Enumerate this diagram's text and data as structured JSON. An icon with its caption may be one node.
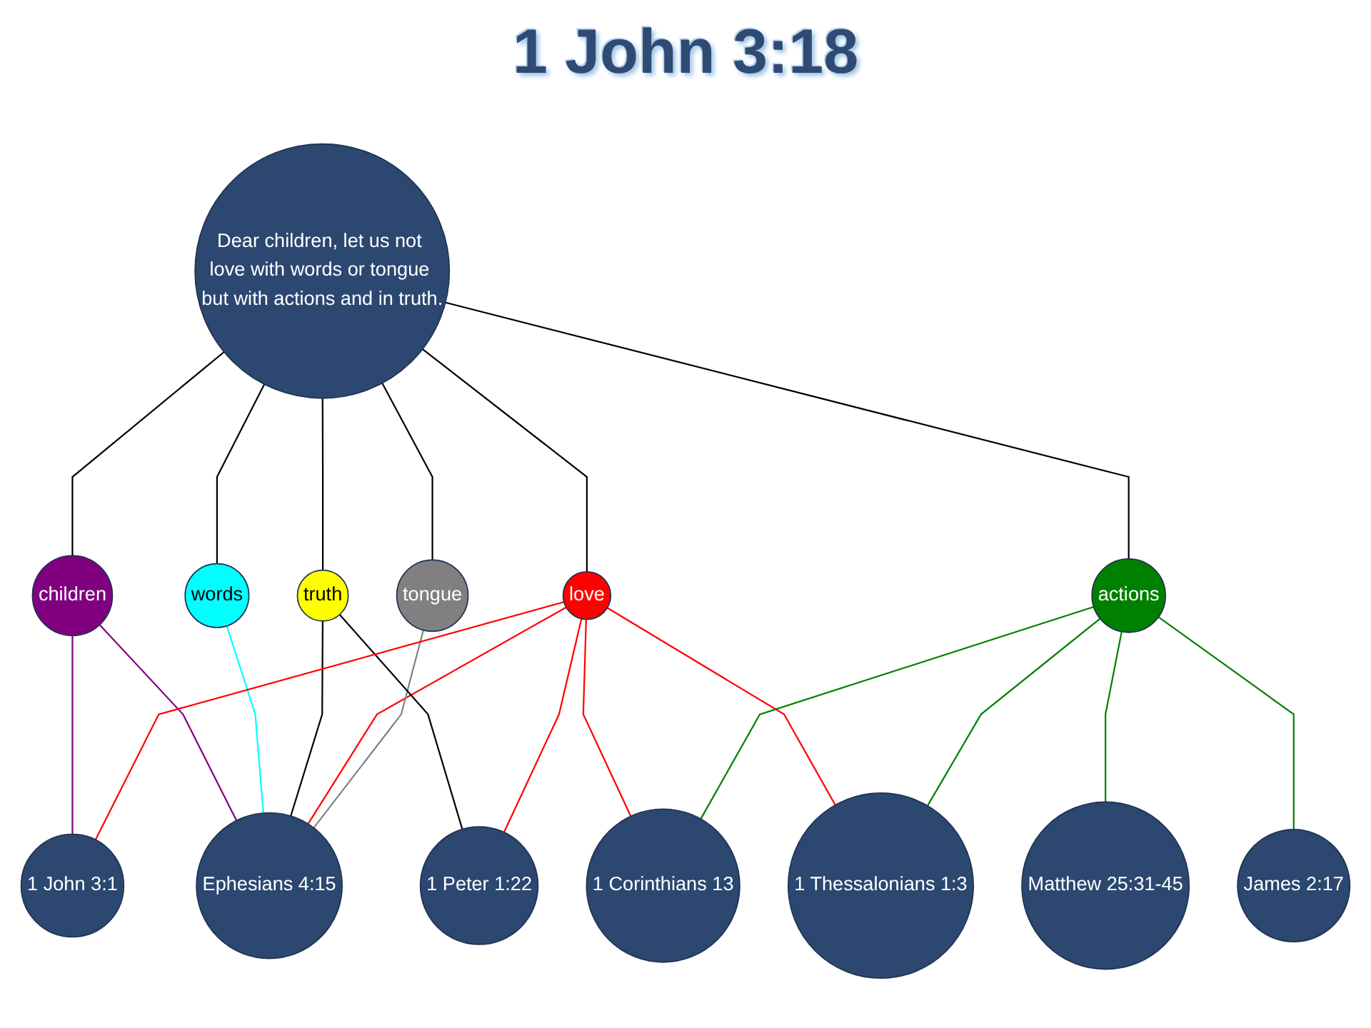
{
  "diagram": {
    "title": "1 John 3:18",
    "nodes": [
      {
        "text": [
          "Dear children, let us not love with words or tongue but with actions and in truth."
        ]
      },
      {
        "text": [
          "children"
        ]
      },
      {
        "text": [
          "words"
        ]
      },
      {
        "text": [
          "1 John 3:1"
        ]
      },
      {
        "text": [
          "Ephesians 4:15"
        ]
      },
      {
        "text": [
          "truth"
        ]
      },
      {
        "text": [
          "tongue"
        ]
      },
      {
        "text": [
          "1 Peter 1:22"
        ]
      },
      {
        "text": [
          "love"
        ]
      },
      {
        "text": [
          "actions"
        ]
      },
      {
        "text": [
          "Matthew 25:31-45"
        ]
      },
      {
        "text": [
          "1 Corinthians 13"
        ]
      },
      {
        "text": [
          "1 Thessalonians 1:3"
        ]
      },
      {
        "text": [
          "James 2:17"
        ]
      }
    ],
    "edges": [
      {
        "from": 0,
        "to": 1,
        "arrow": "none"
      },
      {
        "from": 0,
        "to": 2,
        "arrow": "none"
      },
      {
        "from": 0,
        "to": 5,
        "arrow": "none"
      },
      {
        "from": 0,
        "to": 6,
        "arrow": "none"
      },
      {
        "from": 0,
        "to": 8,
        "arrow": "none"
      },
      {
        "from": 0,
        "to": 9,
        "arrow": "none"
      },
      {
        "from": 1,
        "to": 3,
        "arrow": "none",
        "color": "#800080"
      },
      {
        "from": 1,
        "to": 4,
        "arrow": "none",
        "color": "#800080"
      },
      {
        "from": 2,
        "to": 4,
        "arrow": "none",
        "color": "#00ffff"
      },
      {
        "from": 5,
        "to": 4,
        "arrow": "none"
      },
      {
        "from": 8,
        "to": 4,
        "arrow": "none",
        "color": "#ff0000"
      },
      {
        "from": 6,
        "to": 4,
        "arrow": "none",
        "color": "#808080"
      },
      {
        "from": 5,
        "to": 7,
        "arrow": "none"
      },
      {
        "from": 8,
        "to": 3,
        "arrow": "none",
        "color": "#ff0000"
      },
      {
        "from": 8,
        "to": 7,
        "arrow": "none",
        "color": "#ff0000"
      },
      {
        "from": 8,
        "to": 11,
        "arrow": "none",
        "color": "#ff0000"
      },
      {
        "from": 8,
        "to": 12,
        "arrow": "none",
        "color": "#ff0000"
      },
      {
        "from": 9,
        "to": 11,
        "arrow": "none",
        "color": "#008000"
      },
      {
        "from": 9,
        "to": 10,
        "arrow": "none",
        "color": "#008000"
      },
      {
        "from": 9,
        "to": 12,
        "arrow": "none",
        "color": "#008000"
      },
      {
        "from": 9,
        "to": 13,
        "arrow": "none",
        "color": "#008000"
      }
    ]
  }
}
